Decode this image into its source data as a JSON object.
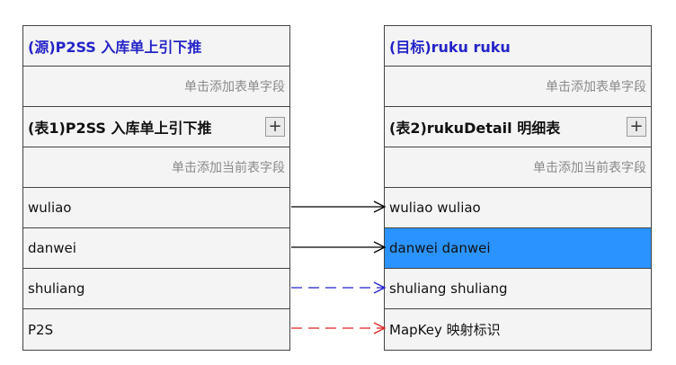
{
  "left": {
    "source_title": "(源)P2SS 入库单上引下推",
    "add_table_field_hint": "单击添加表单字段",
    "table_title": "(表1)P2SS 入库单上引下推",
    "add_button": "+",
    "add_current_field_hint": "单击添加当前表字段",
    "fields": [
      "wuliao",
      "danwei",
      "shuliang",
      "P2S"
    ]
  },
  "right": {
    "target_title": "(目标)ruku ruku",
    "add_table_field_hint": "单击添加表单字段",
    "table_title": "(表2)rukuDetail 明细表",
    "add_button": "+",
    "add_current_field_hint": "单击添加当前表字段",
    "fields": [
      "wuliao wuliao",
      "danwei danwei",
      "shuliang shuliang",
      "MapKey 映射标识"
    ],
    "selected_index": 1
  },
  "mappings": [
    {
      "from": "wuliao",
      "to": "wuliao wuliao",
      "style": "solid",
      "color": "#000000"
    },
    {
      "from": "danwei",
      "to": "danwei danwei",
      "style": "solid",
      "color": "#000000"
    },
    {
      "from": "shuliang",
      "to": "shuliang shuliang",
      "style": "dashed",
      "color": "#2222cc"
    },
    {
      "from": "P2S",
      "to": "MapKey 映射标识",
      "style": "dashed",
      "color": "#dd2222"
    }
  ],
  "colors": {
    "title": "#2424c8",
    "selected_row": "#2b93ff",
    "hint_text": "#8a8a8a"
  }
}
